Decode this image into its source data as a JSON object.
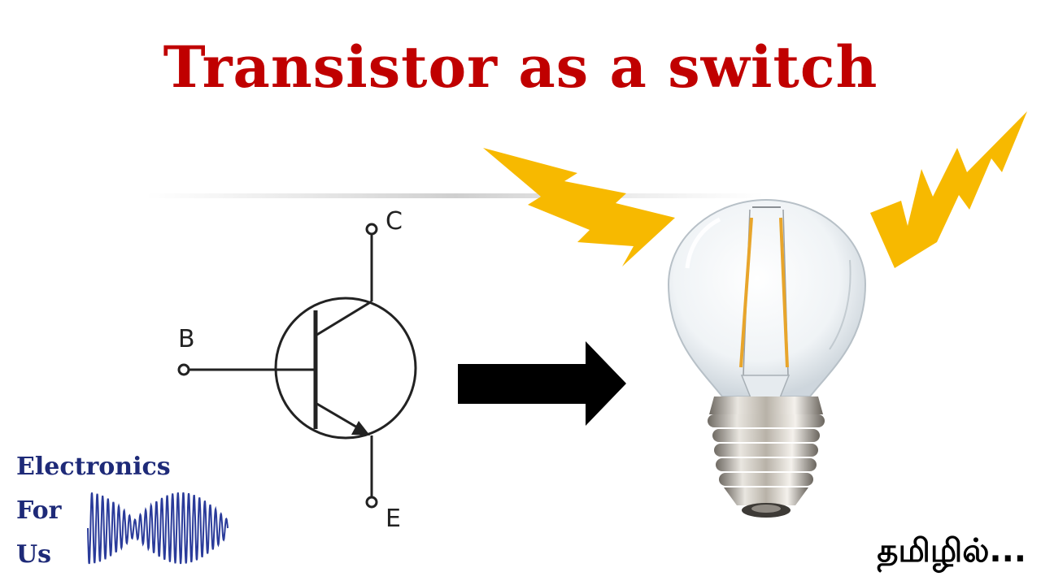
{
  "title": "Transistor as a switch",
  "transistor": {
    "base_label": "B",
    "collector_label": "C",
    "emitter_label": "E"
  },
  "logo": {
    "line1": "Electronics",
    "line2": "For",
    "line3": "Us"
  },
  "language_caption": "தமிழில்...",
  "colors": {
    "title": "#c00000",
    "lightning": "#f7b900",
    "logo_text": "#1e2a78",
    "wave": "#2a3b9a",
    "arrow": "#000000",
    "filament": "#e8a52b"
  }
}
